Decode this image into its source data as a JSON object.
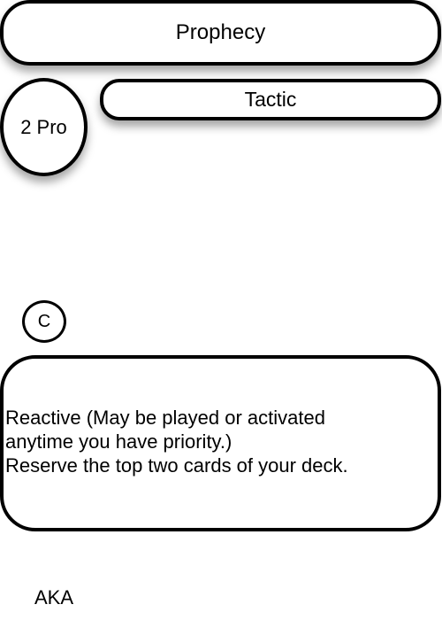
{
  "card": {
    "name": "Prophecy",
    "type": "Tactic",
    "cost": "2 Pro",
    "rarity": "C",
    "rules_text": {
      "line1": "Reactive (May be played or activated",
      "line2": "anytime you have priority.)",
      "line3": "Reserve the top two cards of your deck."
    },
    "aka": "AKA"
  },
  "colors": {
    "border": "#000000",
    "background": "#ffffff"
  }
}
